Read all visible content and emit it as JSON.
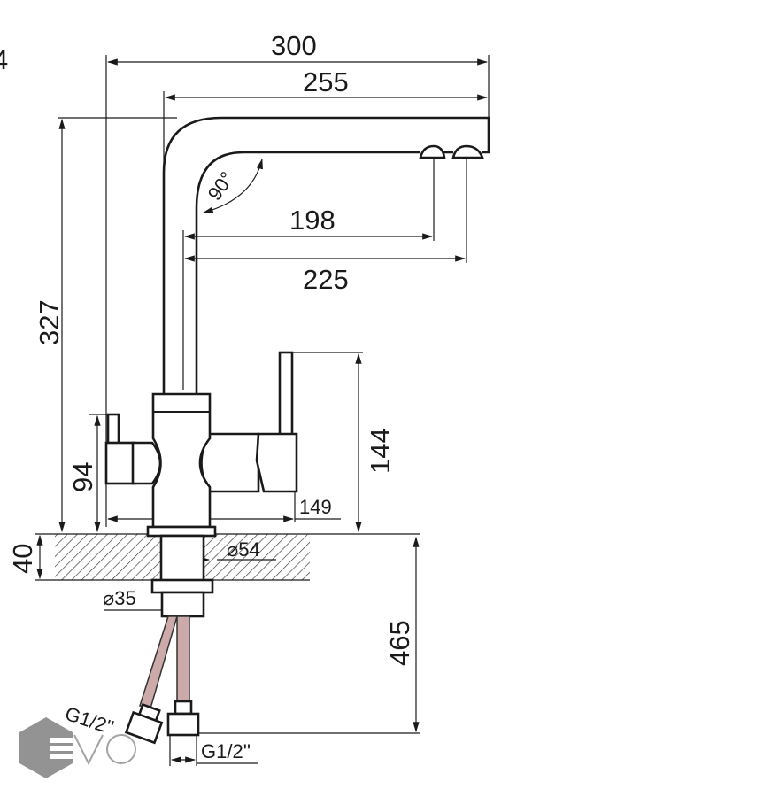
{
  "drawing": {
    "edge_label": "4",
    "dimensions": {
      "overall_reach": "300",
      "spout_reach": "255",
      "spout_angle": "90°",
      "outlet_1_reach": "198",
      "outlet_2_reach": "225",
      "total_height": "327",
      "handle_height": "144",
      "left_handle_height": "94",
      "body_width": "149",
      "countertop_thickness": "40",
      "hole_diameter": "⌀54",
      "shank_diameter": "⌀35",
      "hose_length": "465",
      "hose_thread_1": "G1/2''",
      "hose_thread_2": "G1/2''"
    }
  },
  "logo": {
    "text": "EVO",
    "color": "#888888"
  }
}
